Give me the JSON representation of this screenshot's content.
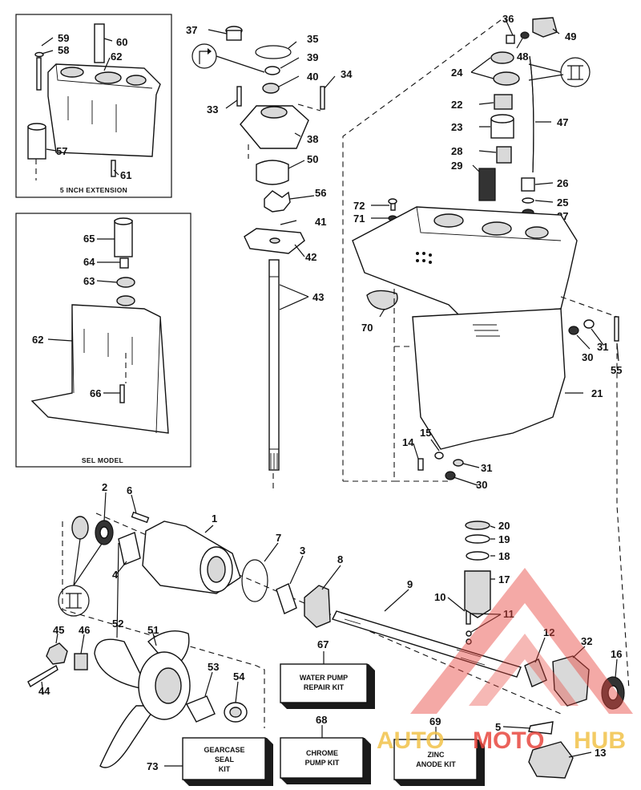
{
  "callouts": {
    "c1": "1",
    "c2": "2",
    "c3": "3",
    "c4": "4",
    "c5": "5",
    "c6": "6",
    "c7": "7",
    "c8": "8",
    "c9": "9",
    "c10": "10",
    "c11": "11",
    "c12": "12",
    "c13": "13",
    "c14": "14",
    "c15": "15",
    "c16": "16",
    "c17": "17",
    "c18": "18",
    "c19": "19",
    "c20": "20",
    "c21": "21",
    "c22": "22",
    "c23": "23",
    "c24": "24",
    "c25": "25",
    "c26": "26",
    "c27": "27",
    "c28": "28",
    "c29": "29",
    "c30a": "30",
    "c30b": "30",
    "c31a": "31",
    "c31b": "31",
    "c32": "32",
    "c33": "33",
    "c34": "34",
    "c35": "35",
    "c36": "36",
    "c37": "37",
    "c38": "38",
    "c39": "39",
    "c40": "40",
    "c41": "41",
    "c42": "42",
    "c43": "43",
    "c44": "44",
    "c45": "45",
    "c46": "46",
    "c47": "47",
    "c48": "48",
    "c49": "49",
    "c50": "50",
    "c51": "51",
    "c52": "52",
    "c53": "53",
    "c54": "54",
    "c55": "55",
    "c56": "56",
    "c57": "57",
    "c58": "58",
    "c59": "59",
    "c60": "60",
    "c61": "61",
    "c62a": "62",
    "c62b": "62",
    "c63": "63",
    "c64": "64",
    "c65": "65",
    "c66": "66",
    "c67": "67",
    "c68": "68",
    "c69": "69",
    "c70": "70",
    "c71": "71",
    "c72": "72",
    "c73": "73"
  },
  "insets": {
    "extension_caption": "5 INCH EXTENSION",
    "sel_caption": "SEL MODEL"
  },
  "kits": {
    "water_pump": [
      "WATER PUMP",
      "REPAIR KIT"
    ],
    "chrome_pump": [
      "CHROME",
      "PUMP KIT"
    ],
    "zinc_anode": [
      "ZINC",
      "ANODE KIT"
    ],
    "gearcase_seal": [
      "GEARCASE",
      "SEAL",
      "KIT"
    ]
  },
  "watermark": {
    "part1": "AUTO",
    "part2": "MOTO",
    "part3": "HUB",
    "colors": {
      "gold": "#f2c24a",
      "red": "#e8473f"
    }
  }
}
